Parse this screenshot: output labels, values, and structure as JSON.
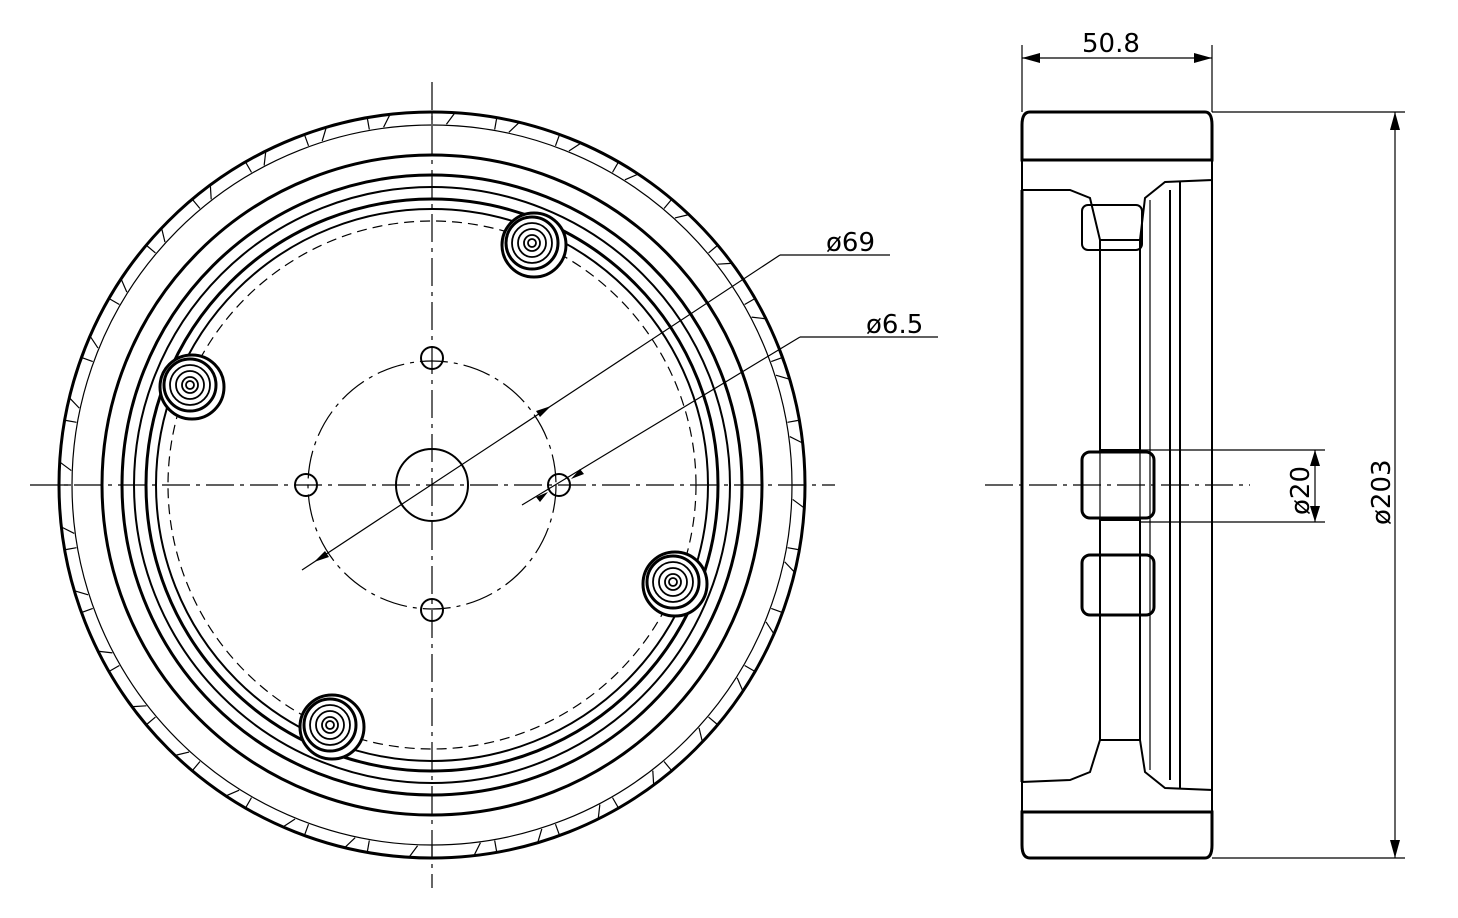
{
  "dimensions": {
    "width_label": "50.8",
    "diameter_overall": "ø203",
    "diameter_bore": "ø20",
    "diameter_pcd": "ø69",
    "diameter_hole": "ø6.5"
  }
}
